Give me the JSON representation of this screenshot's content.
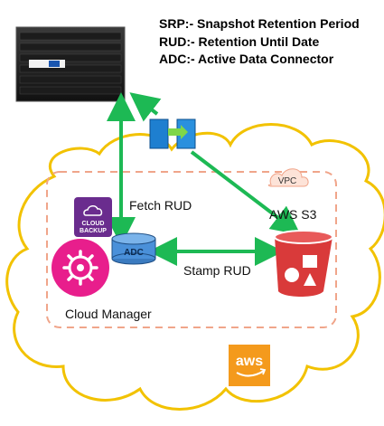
{
  "legend": {
    "srp": "SRP:- Snapshot Retention Period",
    "rud": "RUD:- Retention Until Date",
    "adc": "ADC:- Active Data Connector"
  },
  "labels": {
    "fetch_rud": "Fetch RUD",
    "stamp_rud": "Stamp RUD",
    "aws_s3": "AWS S3",
    "cloud_manager": "Cloud Manager",
    "adc": "ADC",
    "vpc": "VPC",
    "cloud_backup_line1": "CLOUD",
    "cloud_backup_line2": "BACKUP",
    "aws_logo": "aws"
  },
  "colors": {
    "arrow_green": "#1db954",
    "cloud_outline": "#f2c200",
    "vpc_dashed": "#f0a58a",
    "cloud_manager_pink": "#e81e8c",
    "cloud_backup_purple": "#6a2c8e",
    "s3_red": "#d93a3a",
    "aws_orange": "#f49a1c",
    "adc_blue": "#4a90d9"
  }
}
